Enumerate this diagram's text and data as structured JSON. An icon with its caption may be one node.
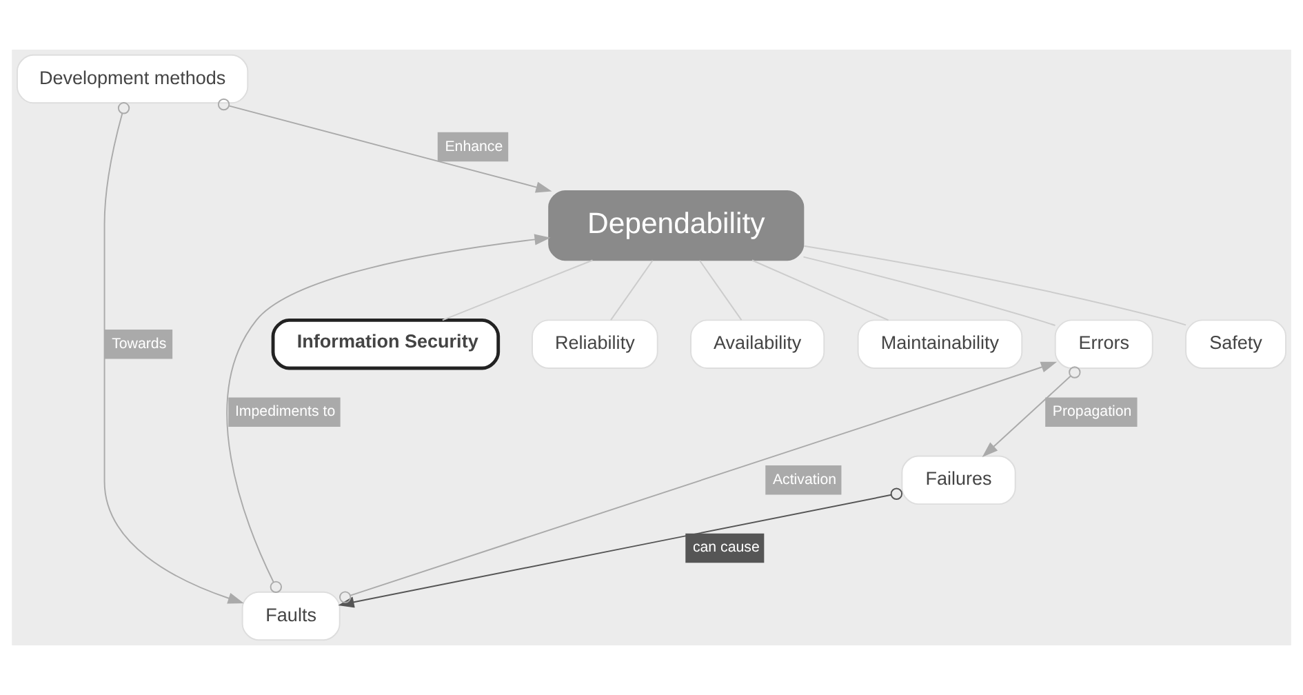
{
  "diagram": {
    "nodes": [
      {
        "text": [
          "Information Security"
        ]
      },
      {
        "text": [
          "Failures"
        ]
      },
      {
        "text": [
          "Reliability"
        ]
      },
      {
        "text": [
          "Faults"
        ]
      },
      {
        "text": [
          "Availability"
        ]
      },
      {
        "text": [
          "Dependability"
        ]
      },
      {
        "text": [
          "Maintainability"
        ]
      },
      {
        "text": [
          "Development methods"
        ]
      },
      {
        "text": [
          "Errors"
        ]
      },
      {
        "text": [
          "Safety"
        ]
      }
    ],
    "edges": [
      {
        "from": 5,
        "to": 0,
        "arrow": "none"
      },
      {
        "from": 5,
        "to": 2,
        "arrow": "none"
      },
      {
        "from": 5,
        "to": 4,
        "arrow": "none"
      },
      {
        "from": 5,
        "to": 6,
        "arrow": "none"
      },
      {
        "from": 5,
        "to": 9,
        "arrow": "none"
      },
      {
        "from": 5,
        "to": 8,
        "arrow": "none"
      },
      {
        "from": 8,
        "to": 1,
        "arrow": "to",
        "label": "Propagation",
        "color": "#aaaaaa"
      },
      {
        "from": 1,
        "to": 3,
        "arrow": "to",
        "label": "can cause",
        "color": "#555555"
      },
      {
        "from": 3,
        "to": 5,
        "arrow": "to",
        "label": "Impediments to",
        "color": "#aaaaaa"
      },
      {
        "from": 3,
        "to": 8,
        "arrow": "to",
        "label": "Activation",
        "color": "#aaaaaa"
      },
      {
        "from": 7,
        "to": 5,
        "arrow": "to",
        "label": "Enhance",
        "color": "#aaaaaa"
      },
      {
        "from": 7,
        "to": 3,
        "arrow": "to",
        "label": "Towards",
        "color": "#aaaaaa"
      }
    ]
  }
}
